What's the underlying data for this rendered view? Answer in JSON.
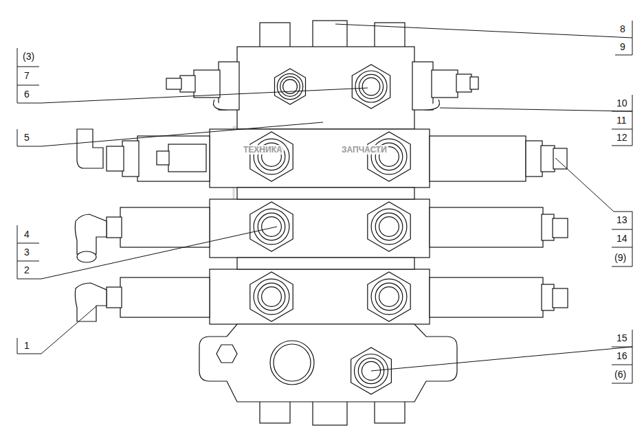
{
  "diagram": {
    "labels": [
      "(3)",
      "7",
      "6",
      "5",
      "4",
      "3",
      "2",
      "1",
      "8",
      "9",
      "10",
      "11",
      "12",
      "13",
      "14",
      "(9)",
      "15",
      "16",
      "(6)",
      "ТЕХНИКА",
      "ЗАПЧАСТИ"
    ]
  }
}
